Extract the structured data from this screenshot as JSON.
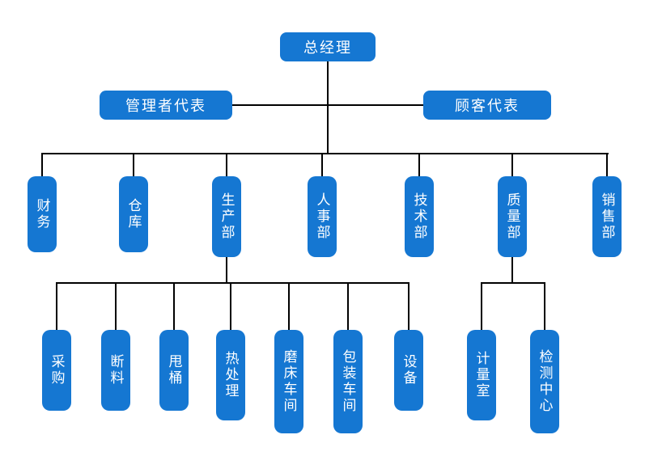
{
  "colors": {
    "node_fill": "#1577d2",
    "node_text": "#ffffff",
    "connector": "#000000",
    "background": "#ffffff"
  },
  "org": {
    "root": {
      "label": "总经理"
    },
    "representatives": [
      {
        "label": "管理者代表"
      },
      {
        "label": "顾客代表"
      }
    ],
    "departments": [
      {
        "label": "财务"
      },
      {
        "label": "仓库"
      },
      {
        "label": "生产部"
      },
      {
        "label": "人事部"
      },
      {
        "label": "技术部"
      },
      {
        "label": "质量部"
      },
      {
        "label": "销售部"
      }
    ],
    "production_children": [
      {
        "label": "采购"
      },
      {
        "label": "断料"
      },
      {
        "label": "甩桶"
      },
      {
        "label": "热处理"
      },
      {
        "label": "磨床车间"
      },
      {
        "label": "包装车间"
      },
      {
        "label": "设备"
      }
    ],
    "quality_children": [
      {
        "label": "计量室"
      },
      {
        "label": "检测中心"
      }
    ]
  }
}
